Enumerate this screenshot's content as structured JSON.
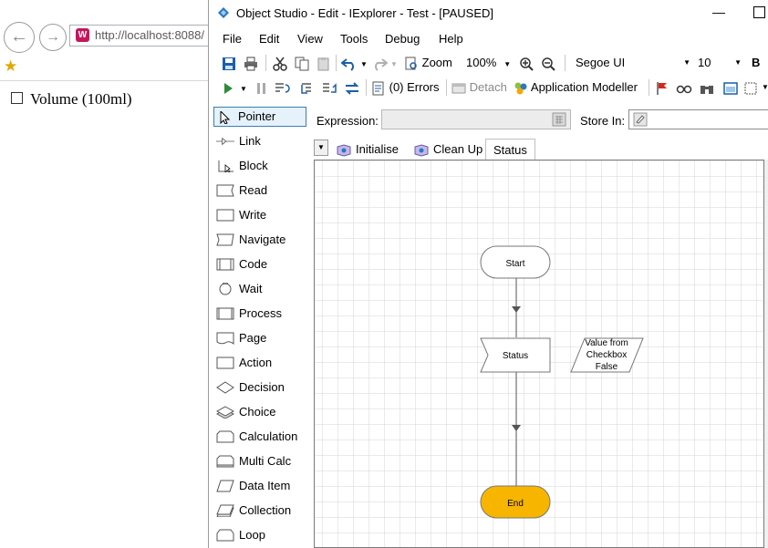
{
  "browser": {
    "address_host": "http://localhost",
    "address_port": ":8088/",
    "page_checkbox_label": "Volume (100ml)"
  },
  "window": {
    "title": "Object Studio  - Edit - IExplorer - Test - [PAUSED]",
    "minimize": "—"
  },
  "menu": [
    "File",
    "Edit",
    "View",
    "Tools",
    "Debug",
    "Help"
  ],
  "toolbar1": {
    "zoom_label": "Zoom",
    "zoom_value": "100%",
    "font_name": "Segoe UI",
    "font_size": "10",
    "bold": "B"
  },
  "toolbar2": {
    "errors": "(0) Errors",
    "detach": "Detach",
    "app_modeller": "Application Modeller"
  },
  "toolbox": [
    "Pointer",
    "Link",
    "Block",
    "Read",
    "Write",
    "Navigate",
    "Code",
    "Wait",
    "Process",
    "Page",
    "Action",
    "Decision",
    "Choice",
    "Calculation",
    "Multi Calc",
    "Data Item",
    "Collection",
    "Loop"
  ],
  "expression": {
    "label": "Expression:",
    "store_label": "Store In:"
  },
  "tabs": [
    "Initialise",
    "Clean Up",
    "Status"
  ],
  "flow": {
    "start": "Start",
    "status": "Status",
    "data_item_line1": "Value from",
    "data_item_line2": "Checkbox",
    "data_item_line3": "False",
    "end": "End"
  },
  "colors": {
    "end_fill": "#f7b500",
    "accent": "#0067b8"
  }
}
